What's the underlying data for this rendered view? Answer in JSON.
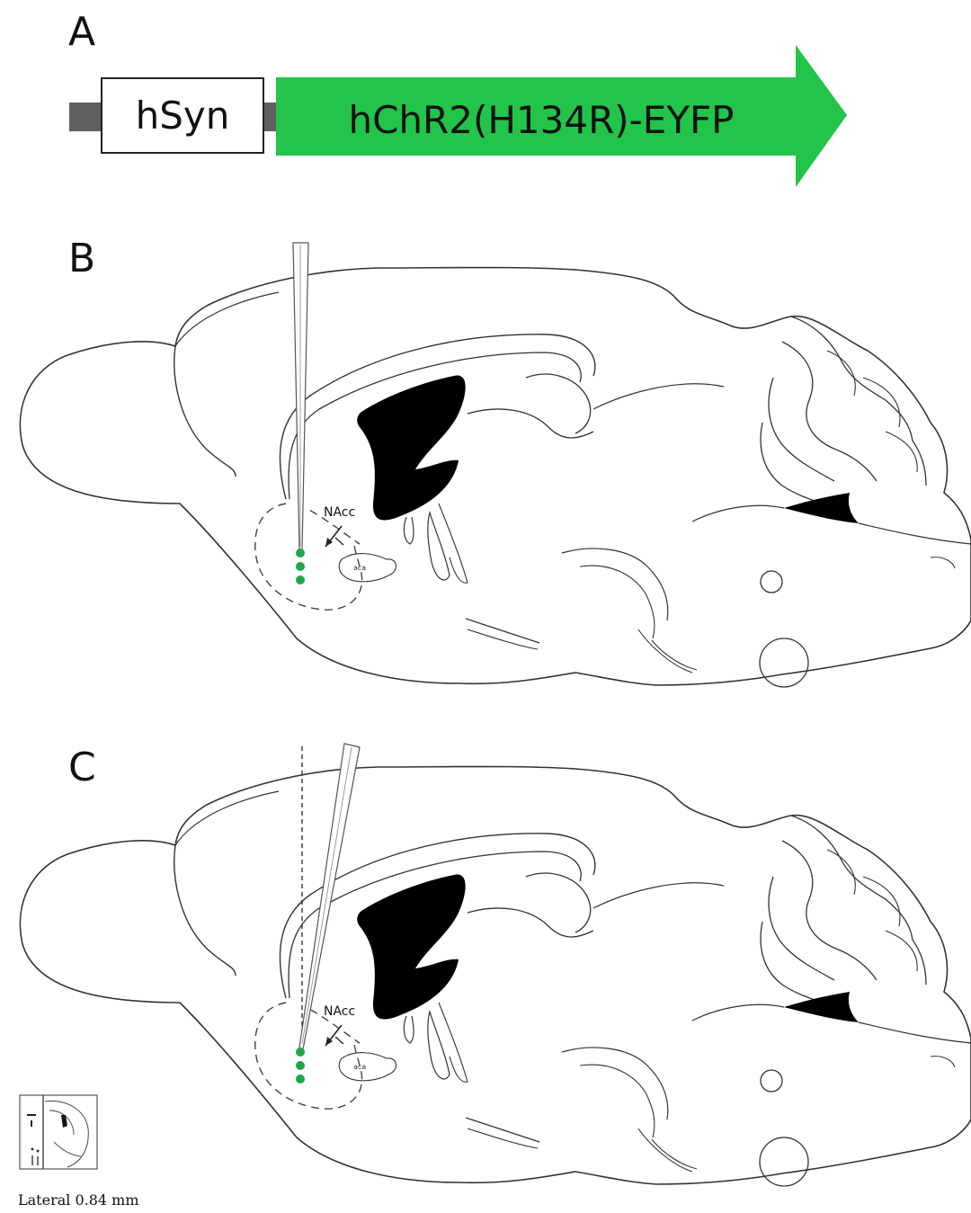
{
  "panels": {
    "a": {
      "letter": "A"
    },
    "b": {
      "letter": "B"
    },
    "c": {
      "letter": "C"
    }
  },
  "construct": {
    "promoter_label": "hSyn",
    "gene_label": "hChR2(H134R)-EYFP",
    "gene_color": "#22c44a",
    "backbone_color": "#606060"
  },
  "brain_labels": {
    "region": "NAcc",
    "structure": "aca"
  },
  "injection_dot_color": "#1fa84a",
  "injection_sites_per_panel": 3,
  "inset_caption": "Lateral 0.84 mm"
}
